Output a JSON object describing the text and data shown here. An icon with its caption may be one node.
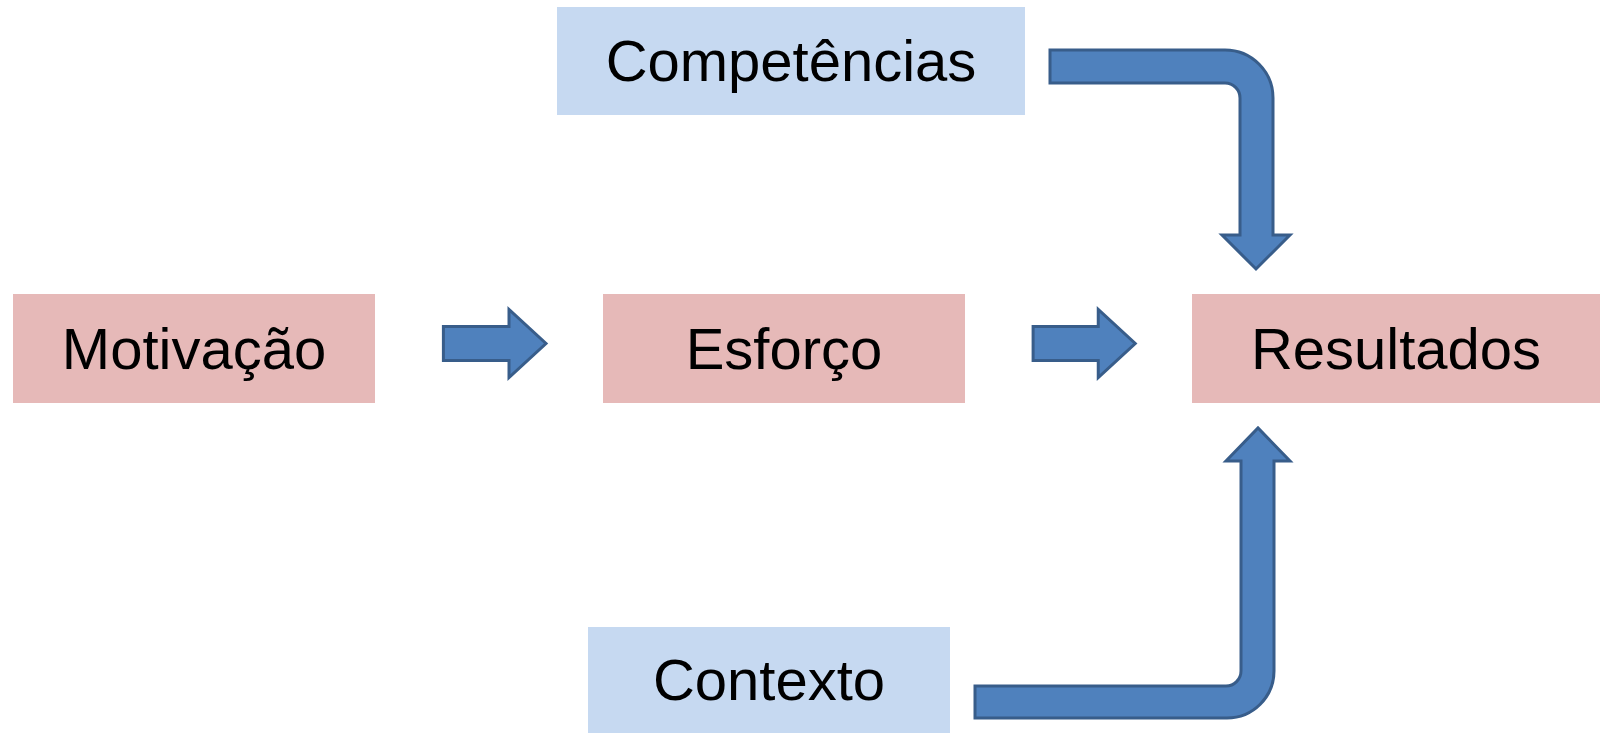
{
  "diagram": {
    "nodes": [
      {
        "text": [
          "Competências"
        ]
      },
      {
        "text": [
          "Motivação"
        ]
      },
      {
        "text": [
          "Esforço"
        ]
      },
      {
        "text": [
          "Resultados"
        ]
      },
      {
        "text": [
          "Contexto"
        ]
      }
    ],
    "edges": [
      {
        "from": 1,
        "to": 2,
        "arrow": "to"
      },
      {
        "from": 2,
        "to": 3,
        "arrow": "to"
      },
      {
        "from": 0,
        "to": 3,
        "arrow": "to"
      },
      {
        "from": 4,
        "to": 3,
        "arrow": "to"
      }
    ]
  }
}
